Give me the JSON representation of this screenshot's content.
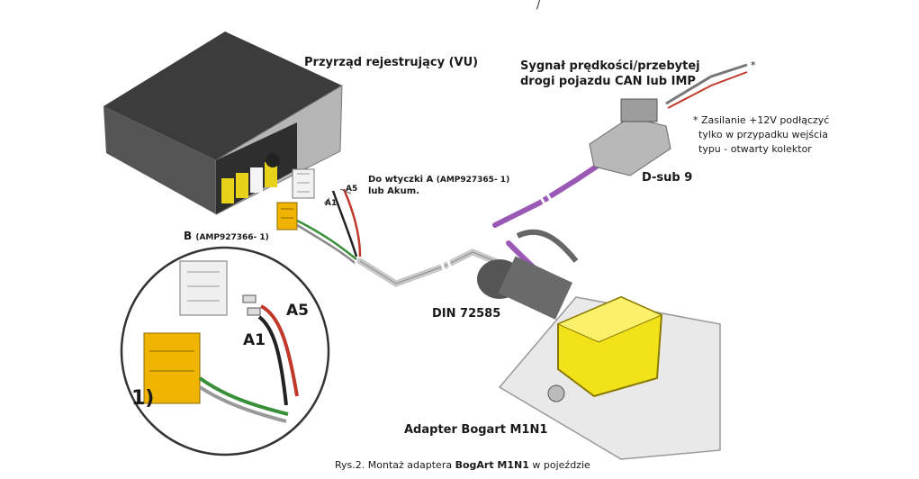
{
  "labels": {
    "recorder": "Przyrząd rejestrujący (VU)",
    "signal_line1": "Sygnał prędkości/przebytej",
    "signal_line2": "drogi pojazdu CAN lub IMP",
    "asterisk": "*",
    "note_line1": "* Zasilanie +12V podłączyć",
    "note_line2": "tylko w przypadku wejścia",
    "note_line3": "typu - otwarty kolektor",
    "dsub": "D-sub 9",
    "plug_a_line1": "Do wtyczki A",
    "plug_a_code": "(AMP927365- 1)",
    "plug_a_line2": "lub Akum.",
    "pin_a5_small": "A5",
    "pin_a1_small": "A1",
    "connector_b": "B",
    "connector_b_code": "(AMP927366- 1)",
    "pin_a5_large": "A5",
    "pin_a1_large": "A1",
    "circle_mark": "1)",
    "din": "DIN 72585",
    "adapter": "Adapter Bogart M1N1",
    "caption_prefix": "Rys.2. Montaż adaptera ",
    "caption_bold": "BogArt M1N1",
    "caption_suffix": " w pojeździe",
    "top_mark": "/"
  },
  "colors": {
    "cable_gray": "#c8c8c8",
    "cable_purple": "#9b59b6",
    "adapter_yellow": "#f2e21a",
    "connector_orange": "#f0b400",
    "wire_red": "#c0392b",
    "wire_green": "#3a8f3a"
  }
}
